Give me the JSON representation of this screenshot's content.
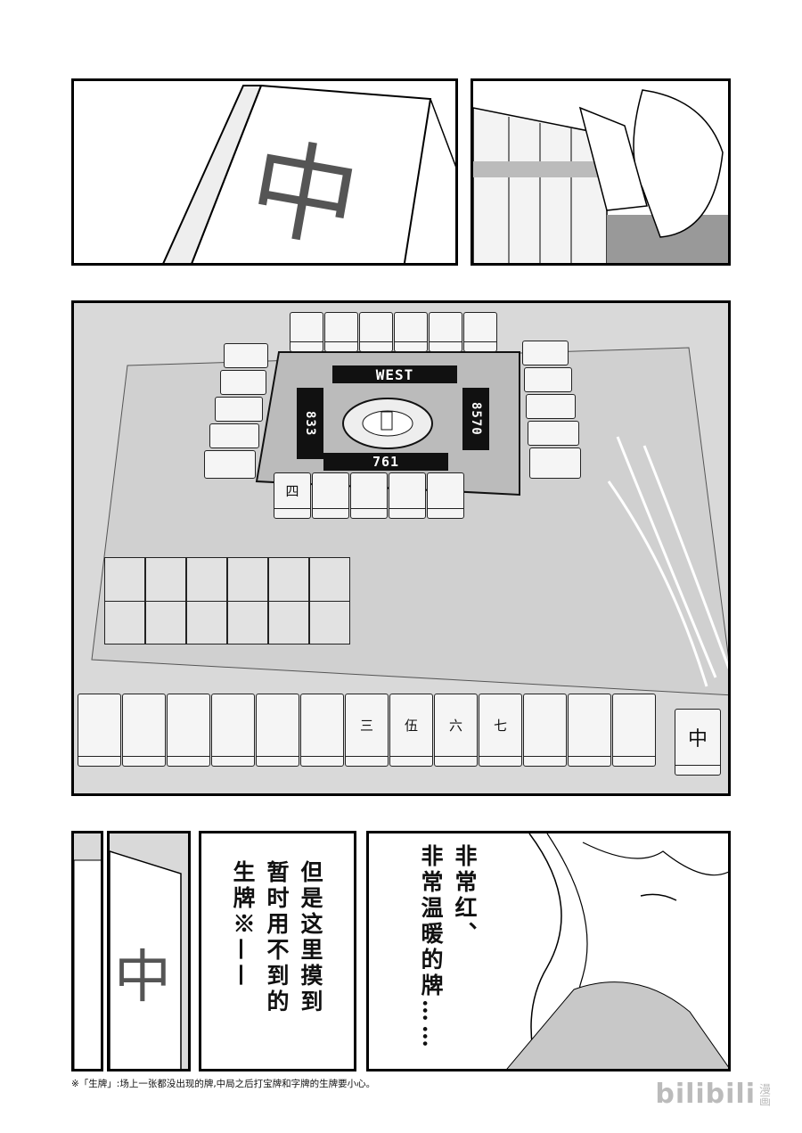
{
  "panel1": {
    "tile_char": "中"
  },
  "board": {
    "round_label": "WEST",
    "score_left": "833",
    "score_bottom": "761",
    "score_right": "8570",
    "top_tiles": [
      "",
      "",
      "",
      "",
      "",
      ""
    ],
    "bottom_tiles": [
      "四",
      "",
      "",
      "",
      ""
    ]
  },
  "hand": {
    "tiles": [
      "",
      "",
      "",
      "",
      "",
      "",
      "三",
      "伍",
      "六",
      "七",
      "",
      "",
      ""
    ],
    "drawn_tile": "中"
  },
  "dialogue": {
    "bubble_left_lines": [
      "但是这里摸到",
      "暂时用不到的",
      "生牌※——"
    ],
    "bubble_right_lines": [
      "非常红、",
      "非常温暖的牌……"
    ]
  },
  "footnote": "※「生牌」:场上一张都没出现的牌,中局之后打宝牌和字牌的生牌要小心。",
  "watermark": {
    "logo": "bilibili",
    "label": "漫画"
  },
  "colors": {
    "ink": "#111111",
    "screentone": "#d9d9d9"
  }
}
